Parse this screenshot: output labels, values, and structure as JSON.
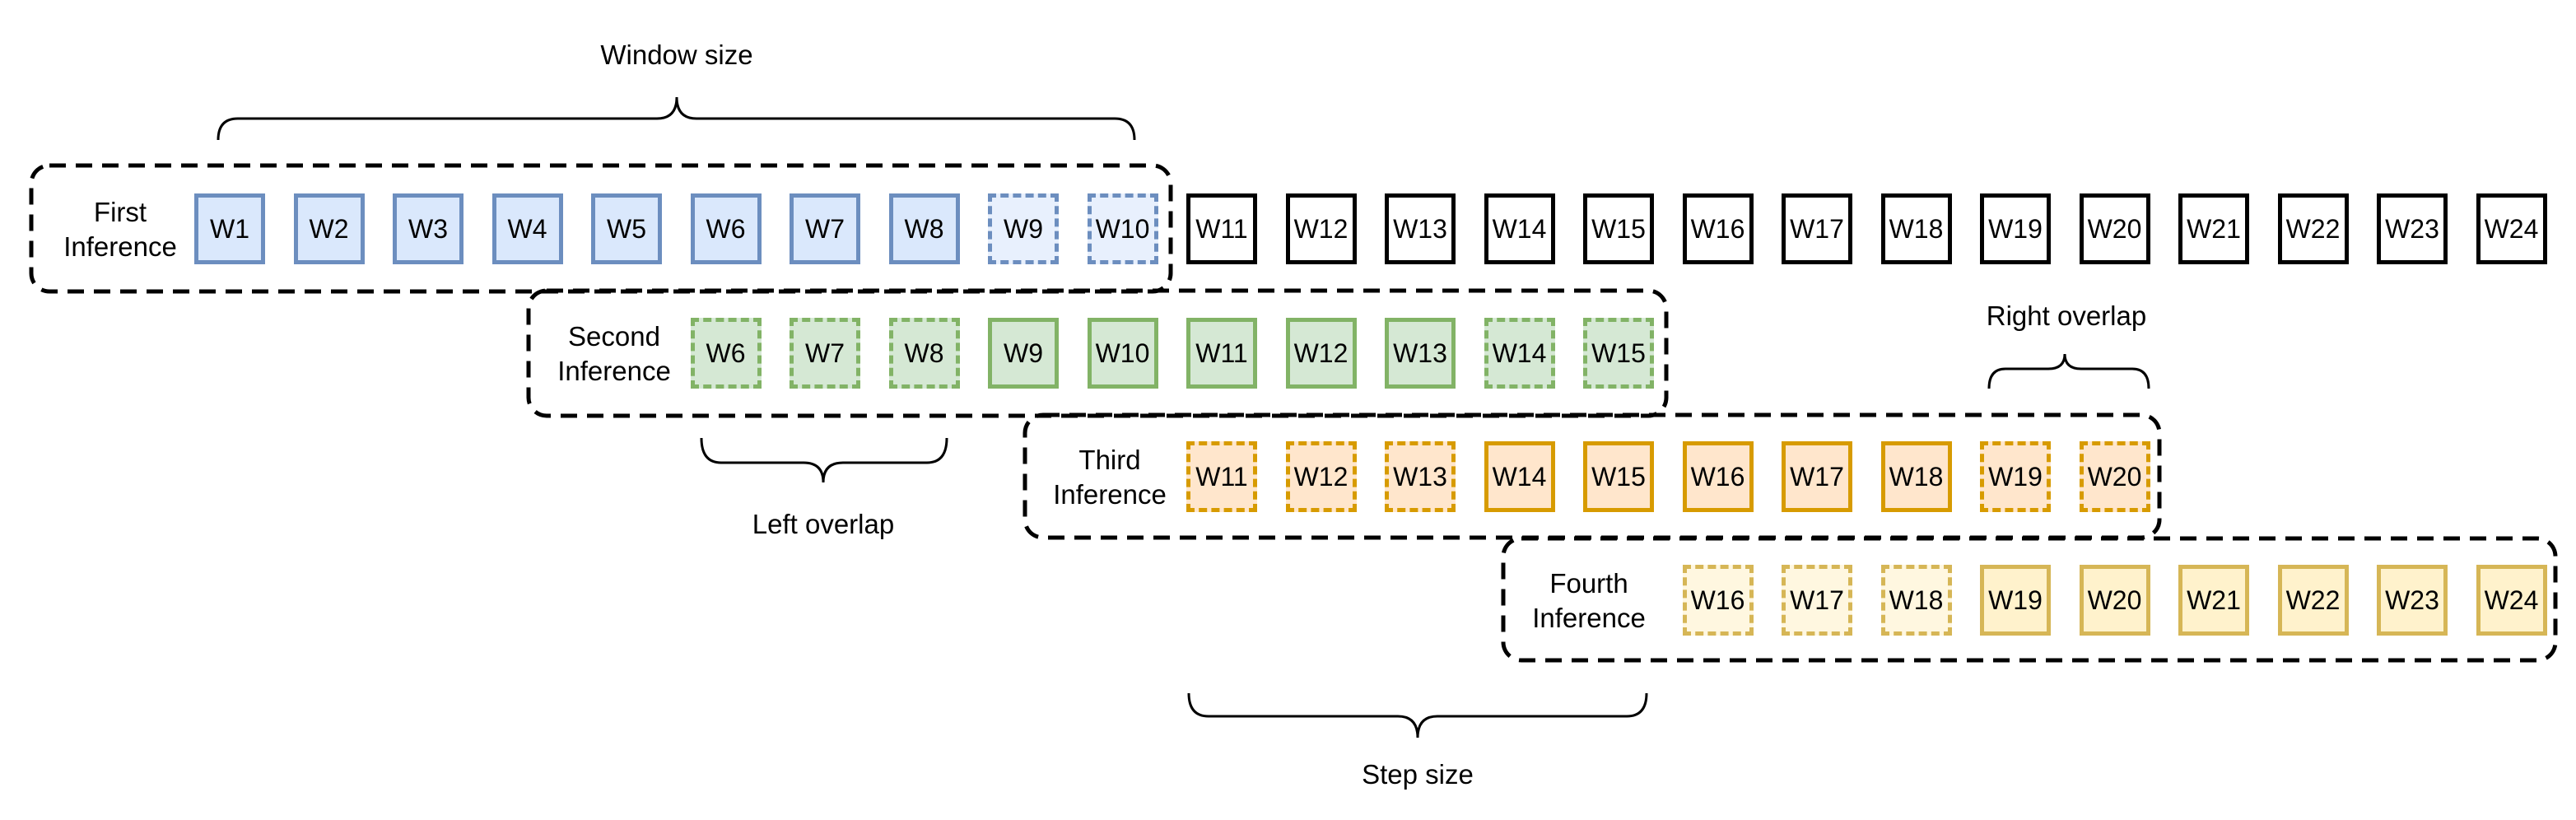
{
  "annotations": {
    "window_size": "Window size",
    "right_overlap": "Right overlap",
    "left_overlap": "Left overlap",
    "step_size": "Step size"
  },
  "colors": {
    "black": {
      "stroke": "#000000",
      "fill": "#ffffff"
    },
    "blue": {
      "stroke": "#6c8ebf",
      "fill": "#dae8fc"
    },
    "blue_light": {
      "stroke": "#6c8ebf",
      "fill": "#e8f0fd"
    },
    "green": {
      "stroke": "#82b366",
      "fill": "#d5e8d4"
    },
    "orange": {
      "stroke": "#d79b00",
      "fill": "#ffe6cc"
    },
    "yellow": {
      "stroke": "#d6b656",
      "fill": "#fff2cc"
    },
    "yellow_light": {
      "stroke": "#d6b656",
      "fill": "#fff7e0"
    }
  },
  "timeline": {
    "windows": [
      "W11",
      "W12",
      "W13",
      "W14",
      "W15",
      "W16",
      "W17",
      "W18",
      "W19",
      "W20",
      "W21",
      "W22",
      "W23",
      "W24"
    ]
  },
  "inferences": [
    {
      "label_line1": "First",
      "label_line2": "Inference",
      "windows": [
        {
          "label": "W1",
          "color": "blue",
          "dashed": false
        },
        {
          "label": "W2",
          "color": "blue",
          "dashed": false
        },
        {
          "label": "W3",
          "color": "blue",
          "dashed": false
        },
        {
          "label": "W4",
          "color": "blue",
          "dashed": false
        },
        {
          "label": "W5",
          "color": "blue",
          "dashed": false
        },
        {
          "label": "W6",
          "color": "blue",
          "dashed": false
        },
        {
          "label": "W7",
          "color": "blue",
          "dashed": false
        },
        {
          "label": "W8",
          "color": "blue",
          "dashed": false
        },
        {
          "label": "W9",
          "color": "blue_light",
          "dashed": true
        },
        {
          "label": "W10",
          "color": "blue_light",
          "dashed": true
        }
      ]
    },
    {
      "label_line1": "Second",
      "label_line2": "Inference",
      "windows": [
        {
          "label": "W6",
          "color": "green",
          "dashed": true
        },
        {
          "label": "W7",
          "color": "green",
          "dashed": true
        },
        {
          "label": "W8",
          "color": "green",
          "dashed": true
        },
        {
          "label": "W9",
          "color": "green",
          "dashed": false
        },
        {
          "label": "W10",
          "color": "green",
          "dashed": false
        },
        {
          "label": "W11",
          "color": "green",
          "dashed": false
        },
        {
          "label": "W12",
          "color": "green",
          "dashed": false
        },
        {
          "label": "W13",
          "color": "green",
          "dashed": false
        },
        {
          "label": "W14",
          "color": "green",
          "dashed": true
        },
        {
          "label": "W15",
          "color": "green",
          "dashed": true
        }
      ]
    },
    {
      "label_line1": "Third",
      "label_line2": "Inference",
      "windows": [
        {
          "label": "W11",
          "color": "orange",
          "dashed": true
        },
        {
          "label": "W12",
          "color": "orange",
          "dashed": true
        },
        {
          "label": "W13",
          "color": "orange",
          "dashed": true
        },
        {
          "label": "W14",
          "color": "orange",
          "dashed": false
        },
        {
          "label": "W15",
          "color": "orange",
          "dashed": false
        },
        {
          "label": "W16",
          "color": "orange",
          "dashed": false
        },
        {
          "label": "W17",
          "color": "orange",
          "dashed": false
        },
        {
          "label": "W18",
          "color": "orange",
          "dashed": false
        },
        {
          "label": "W19",
          "color": "orange",
          "dashed": true
        },
        {
          "label": "W20",
          "color": "orange",
          "dashed": true
        }
      ]
    },
    {
      "label_line1": "Fourth",
      "label_line2": "Inference",
      "windows": [
        {
          "label": "W16",
          "color": "yellow_light",
          "dashed": true
        },
        {
          "label": "W17",
          "color": "yellow_light",
          "dashed": true
        },
        {
          "label": "W18",
          "color": "yellow_light",
          "dashed": true
        },
        {
          "label": "W19",
          "color": "yellow",
          "dashed": false
        },
        {
          "label": "W20",
          "color": "yellow",
          "dashed": false
        },
        {
          "label": "W21",
          "color": "yellow",
          "dashed": false
        },
        {
          "label": "W22",
          "color": "yellow",
          "dashed": false
        },
        {
          "label": "W23",
          "color": "yellow",
          "dashed": false
        },
        {
          "label": "W24",
          "color": "yellow",
          "dashed": false
        }
      ]
    }
  ]
}
